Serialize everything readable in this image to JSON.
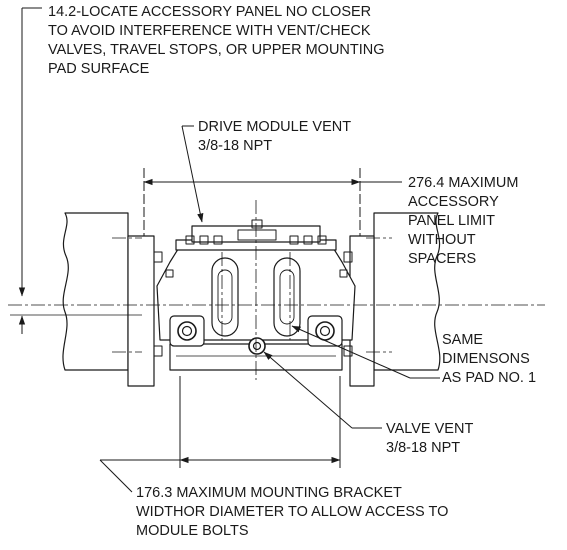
{
  "notes": {
    "panel_location": {
      "lines": [
        "14.2-LOCATE ACCESSORY PANEL NO CLOSER",
        "TO AVOID INTERFERENCE WITH VENT/CHECK",
        "VALVES, TRAVEL STOPS, OR UPPER MOUNTING",
        "PAD SURFACE"
      ]
    },
    "drive_module_vent": {
      "lines": [
        "DRIVE MODULE VENT",
        "3/8-18 NPT"
      ]
    },
    "max_panel_limit": {
      "lines": [
        "276.4 MAXIMUM",
        "ACCESSORY",
        "PANEL LIMIT",
        "WITHOUT",
        "SPACERS"
      ]
    },
    "same_dimensions": {
      "lines": [
        "SAME",
        "DIMENSONS",
        "AS PAD NO. 1"
      ]
    },
    "valve_vent": {
      "lines": [
        "VALVE VENT",
        "3/8-18 NPT"
      ]
    },
    "bracket_width": {
      "lines": [
        "176.3 MAXIMUM MOUNTING BRACKET",
        "WIDTHOR DIAMETER TO ALLOW ACCESS TO",
        "MODULE BOLTS"
      ]
    }
  },
  "colors": {
    "line": "#1a1a1a",
    "background": "#ffffff"
  },
  "icons": {
    "arrowhead": "filled-triangle-arrow",
    "bolt": "hex-bolt-icon",
    "plug": "hex-plug-icon"
  }
}
